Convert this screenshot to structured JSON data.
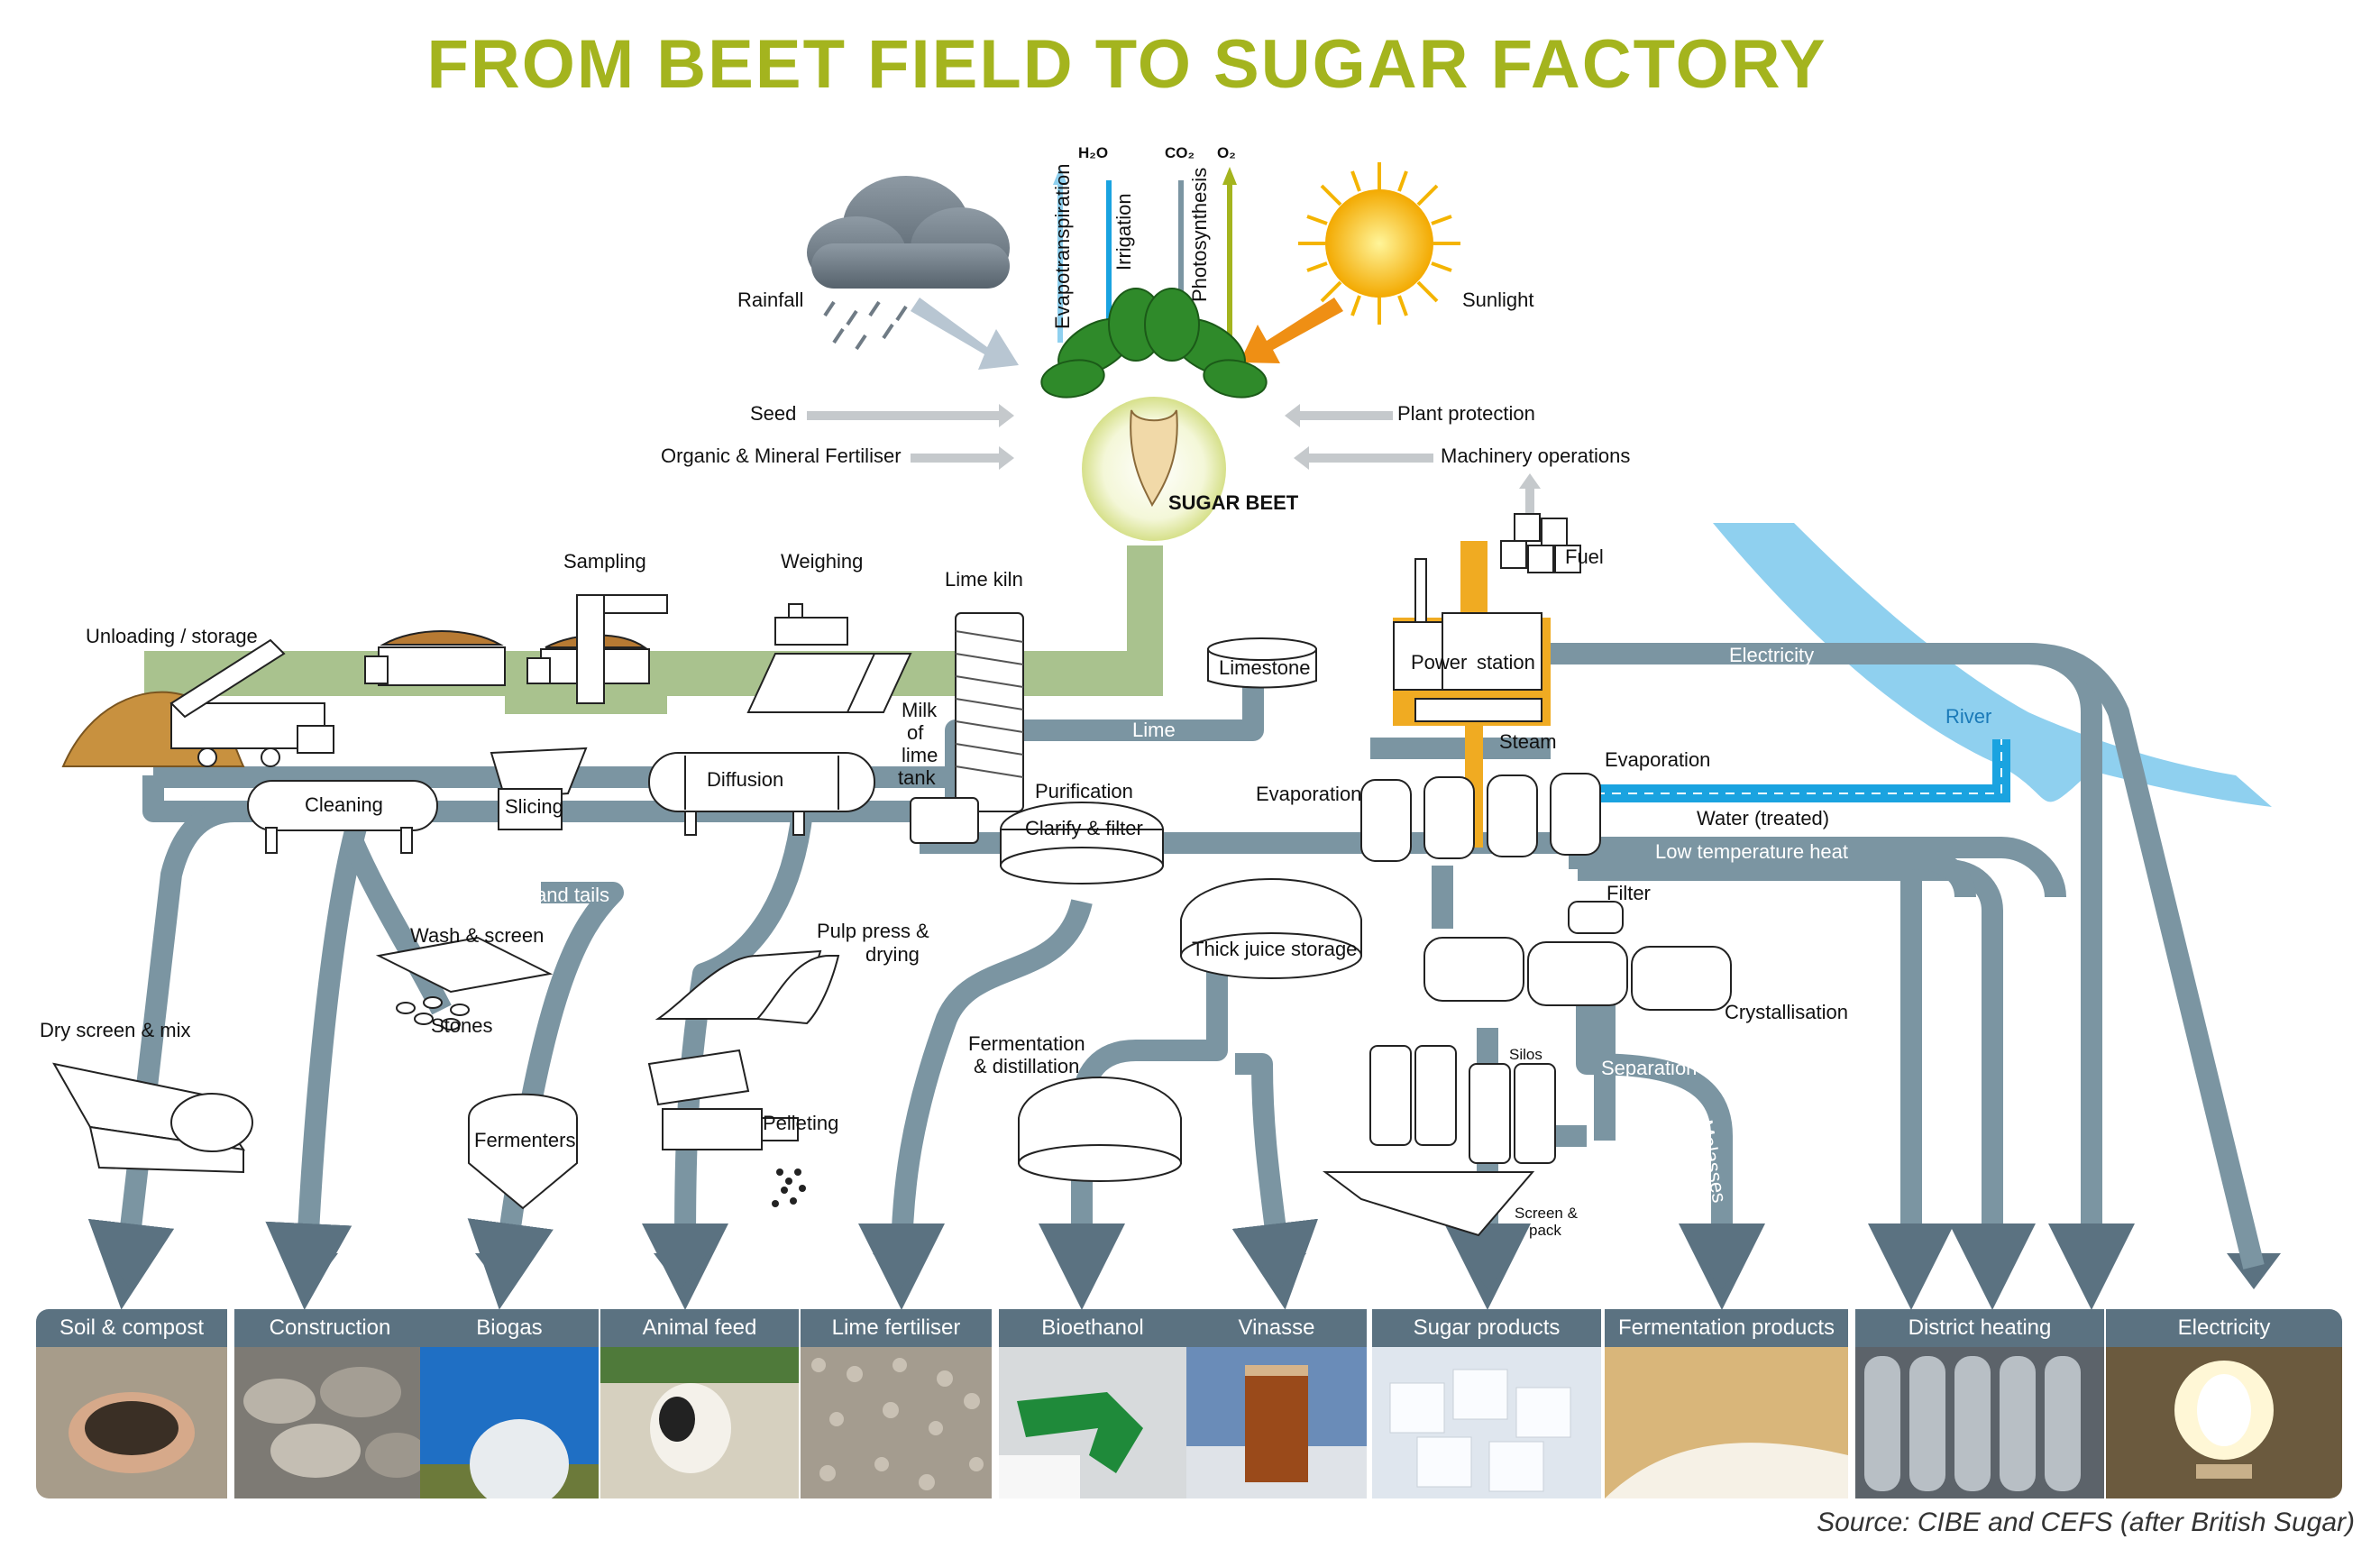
{
  "title": "FROM BEET FIELD TO SUGAR FACTORY",
  "source": "Source: CIBE and CEFS (after British Sugar)",
  "colors": {
    "title": "#a4b41e",
    "pipe": "#7b95a2",
    "pipe_dark": "#5b7281",
    "field_path": "#a9c28e",
    "power_station": "#f0ab22",
    "river": "#8fd0ef",
    "water": "#1aa3e0",
    "sun": "#f4b400",
    "arrow_sunlight": "#ef8f14"
  },
  "field": {
    "h2o": "H₂O",
    "co2": "CO₂",
    "o2": "O₂",
    "evapotranspiration": "Evapotranspiration",
    "irrigation": "Irrigation",
    "photosynthesis": "Photosynthesis",
    "rainfall": "Rainfall",
    "sunlight": "Sunlight",
    "seed": "Seed",
    "fertiliser": "Organic & Mineral Fertiliser",
    "plant_protection": "Plant protection",
    "machinery": "Machinery operations",
    "sugar_beet": "SUGAR BEET"
  },
  "steps": {
    "unloading": "Unloading / storage",
    "sampling": "Sampling",
    "weighing": "Weighing",
    "lime_kiln": "Lime kiln",
    "limestone": "Limestone",
    "lime": "Lime",
    "milk_of_lime_tank": [
      "Milk",
      "of",
      "lime",
      "tank"
    ],
    "power_station": [
      "Power",
      "station"
    ],
    "fuel": "Fuel",
    "electricity_pipe": "Electricity",
    "river": "River",
    "steam": "Steam",
    "evaporation_left": "Evaporation",
    "evaporation_right": "Evaporation",
    "water_treated": "Water (treated)",
    "low_temp_heat": "Low temperature heat",
    "cleaning": "Cleaning",
    "slicing": "Slicing",
    "diffusion": "Diffusion",
    "purification": "Purification",
    "clarify_filter": "Clarify & filter",
    "beet_tops": "Beet tops and tails",
    "wash_screen": "Wash & screen",
    "stones": "Stones",
    "pulp_press": [
      "Pulp press &",
      "drying"
    ],
    "thick_juice": "Thick juice storage",
    "filter": "Filter",
    "crystallisation": "Crystallisation",
    "silos": "Silos",
    "separation": "Separation",
    "molasses": "Molasses",
    "fermentation": [
      "Fermentation",
      "& distillation"
    ],
    "dry_screen": "Dry screen & mix",
    "fermenters": "Fermenters",
    "pelleting": "Pelleting",
    "screen_pack": [
      "Screen &",
      "pack"
    ]
  },
  "products": [
    {
      "label": "Soil & compost",
      "icon": "soil-icon"
    },
    {
      "label": "Construction",
      "icon": "stones-icon"
    },
    {
      "label": "Biogas",
      "icon": "biogas-dome-icon"
    },
    {
      "label": "Animal feed",
      "icon": "calf-icon"
    },
    {
      "label": "Lime fertiliser",
      "icon": "gravel-icon"
    },
    {
      "label": "Bioethanol",
      "icon": "fuel-nozzle-icon"
    },
    {
      "label": "Vinasse",
      "icon": "glass-icon"
    },
    {
      "label": "Sugar products",
      "icon": "sugar-cubes-icon"
    },
    {
      "label": "Fermentation products",
      "icon": "powder-icon"
    },
    {
      "label": "District heating",
      "icon": "radiator-icon"
    },
    {
      "label": "Electricity",
      "icon": "light-bulb-icon"
    }
  ]
}
